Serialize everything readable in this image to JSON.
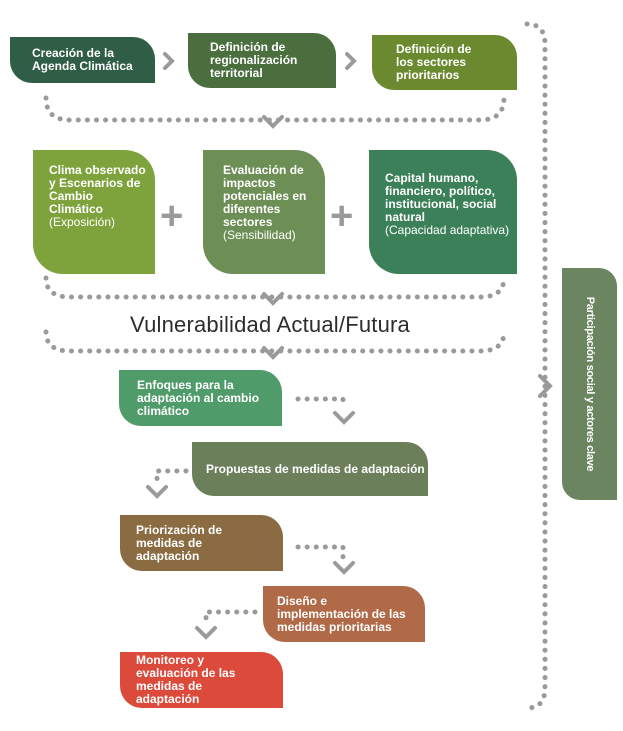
{
  "top_row": [
    {
      "label": "Creación de la Agenda Climática",
      "color": "#2f5d46"
    },
    {
      "label": "Definición de regionalización territorial",
      "color": "#4a6e3e"
    },
    {
      "label": "Definición de los sectores prioritarios",
      "color": "#6b8a2f"
    }
  ],
  "components": [
    {
      "label": "Clima observado y Escenarios de Cambio Climático",
      "sub": "(Exposición)",
      "color": "#7fa33c"
    },
    {
      "label": "Evaluación de impactos potenciales en diferentes sectores",
      "sub": "(Sensibilidad)",
      "color": "#6d8f55"
    },
    {
      "label": "Capital humano, financiero, político, institucional, social natural",
      "sub": "(Capacidad adaptativa)",
      "color": "#3b8058"
    }
  ],
  "vulnerability_title": "Vulnerabilidad Actual/Futura",
  "steps": [
    {
      "label": "Enfoques para la adaptación al cambio climático",
      "color": "#4f9b6a"
    },
    {
      "label": "Propuestas de medidas de adaptación",
      "color": "#6b7f5b"
    },
    {
      "label": "Priorización de medidas de adaptación",
      "color": "#8a6b42"
    },
    {
      "label": "Diseño e implementación de las medidas prioritarias",
      "color": "#b06a47"
    },
    {
      "label": "Monitoreo y evaluación de las medidas de adaptación",
      "color": "#dc4a3c"
    }
  ],
  "side_label": "Participación social y actores clave",
  "dot_color": "#9a9a9a"
}
